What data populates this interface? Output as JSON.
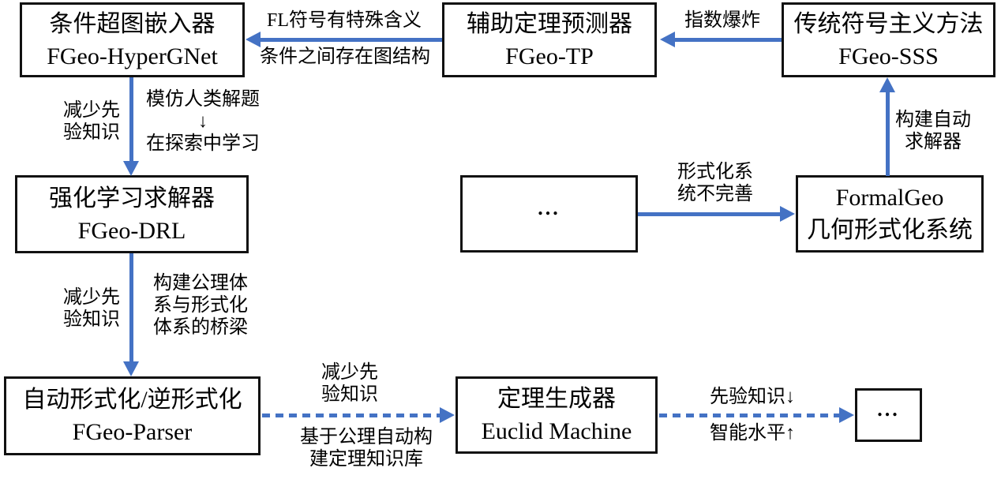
{
  "boxes": {
    "hypergnet": {
      "line1": "条件超图嵌入器",
      "line2": "FGeo-HyperGNet"
    },
    "tp": {
      "line1": "辅助定理预测器",
      "line2": "FGeo-TP"
    },
    "sss": {
      "line1": "传统符号主义方法",
      "line2": "FGeo-SSS"
    },
    "drl": {
      "line1": "强化学习求解器",
      "line2": "FGeo-DRL"
    },
    "dots_mid": {
      "line1": "..."
    },
    "formalgeo": {
      "line1": "FormalGeo",
      "line2": "几何形式化系统"
    },
    "parser": {
      "line1": "自动形式化/逆形式化",
      "line2": "FGeo-Parser"
    },
    "euclid": {
      "line1": "定理生成器",
      "line2": "Euclid Machine"
    },
    "dots_right": {
      "line1": "..."
    }
  },
  "labels": {
    "fl_symbols": "FL符号有特殊含义",
    "graph_structure": "条件之间存在图结构",
    "exponential_explosion": "指数爆炸",
    "reduce_prior_1": "减少先\n验知识",
    "imitate_human": "模仿人类解题\n↓\n在探索中学习",
    "formal_system_incomplete": "形式化系\n统不完善",
    "build_auto_solver": "构建自动\n求解器",
    "reduce_prior_2": "减少先\n验知识",
    "axiom_bridge": "构建公理体\n系与形式化\n体系的桥梁",
    "reduce_prior_3": "减少先\n验知识",
    "axiom_theorem_kb": "基于公理自动构\n建定理知识库",
    "prior_knowledge_down": "先验知识↓",
    "intelligence_up": "智能水平↑"
  },
  "colors": {
    "arrow_blue": "#4472C4",
    "box_border": "#111111",
    "text": "#000000",
    "background": "#FFFFFF"
  }
}
